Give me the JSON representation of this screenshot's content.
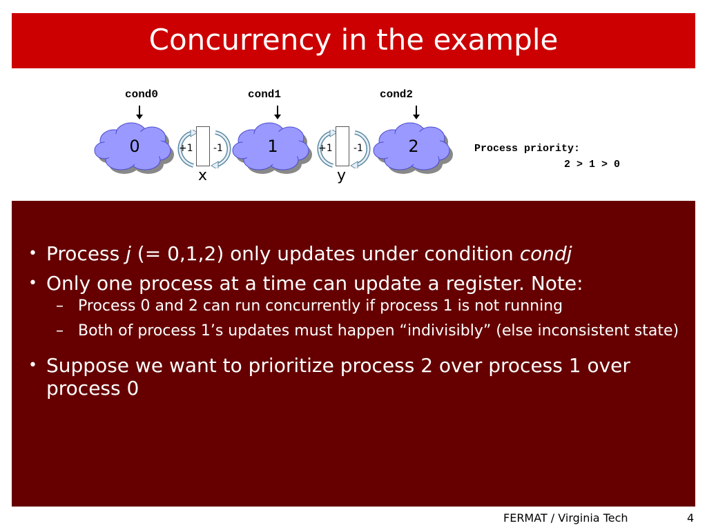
{
  "slide": {
    "title": "Concurrency in the example",
    "footer": {
      "source": "FERMAT / Virginia Tech",
      "page": "4"
    }
  },
  "diagram": {
    "conditions": [
      "cond0",
      "cond1",
      "cond2"
    ],
    "processes": [
      "0",
      "1",
      "2"
    ],
    "registers": [
      {
        "name": "x",
        "inc": "+1",
        "dec": "-1"
      },
      {
        "name": "y",
        "inc": "+1",
        "dec": "-1"
      }
    ],
    "priority_label": "Process priority:",
    "priority_order": "2 > 1 > 0",
    "colors": {
      "cloud_fill": "#9999ff",
      "cloud_shadow": "#888888",
      "arrow_fill": "#e8eef8",
      "arrow_stroke": "#5a8aa0"
    }
  },
  "bullets": [
    {
      "parts": [
        {
          "t": "Process "
        },
        {
          "t": "j",
          "i": true
        },
        {
          "t": " (= 0,1,2) only updates under condition "
        },
        {
          "t": "condj",
          "i": true
        }
      ]
    },
    {
      "text": "Only one process at a time can update a register.  Note:",
      "sub": [
        "Process 0 and 2 can run concurrently if process 1 is not running",
        "Both of process 1’s updates must happen “indivisibly” (else inconsistent state)"
      ]
    },
    {
      "text": "Suppose we want to prioritize process 2 over process 1 over process 0"
    }
  ]
}
